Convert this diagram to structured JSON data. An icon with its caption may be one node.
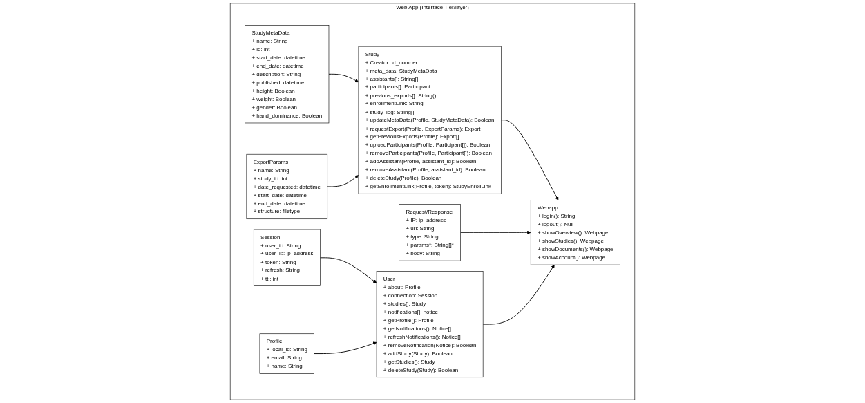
{
  "diagram": {
    "nodes": [
      {
        "text": [
          "Web App (Interface Tier/layer)"
        ]
      },
      {
        "text": [
          "StudyMetaData",
          "+ name: String",
          "+ id: int",
          "+ start_date: datetime",
          "+ end_date: datetime",
          "+ description: String",
          "+ published: datetime",
          "+ height: Boolean",
          "+ weight: Boolean",
          "+ gender: Boolean",
          "+ hand_dominance: Boolean"
        ],
        "in": 0
      },
      {
        "text": [
          "Study",
          "+ Creator: id_number",
          "+ meta_data: StudyMetaData",
          "+ assistants[]: String[]",
          "+ participants[]: Participant",
          "+ previous_exports[]: String()",
          "+ enrollmentLink: String",
          "+ study_log: String[]",
          "+ updateMetaData(Profile, StudyMetaData): Boolean",
          "+ requestExport(Profile, ExportParams): Export",
          "+ getPreviousExports(Profile): Export[]",
          "+ uploadParticipants(Profile, Participant[]): Boolean",
          "+ removeParticipants(Profile, Participant[]): Boolean",
          "+ addAssistant(Profile, assistant_id): Boolean",
          "+ removeAssistant(Profile, assistant_id): Boolean",
          "+ deleteStudy(Profile): Boolean",
          "+ getEnrollmentLink(Profile, token): StudyEnrollLink"
        ],
        "in": 0
      },
      {
        "text": [
          "Webapp",
          "+ login(): String",
          "+ logout(): Null",
          "+ showOverview(): Webpage",
          "+ showStudies(): Webpage",
          "+ showDocuments(): Webpage",
          "+ showAccount(): Webpage"
        ],
        "in": 0
      },
      {
        "text": [
          "User",
          "+ about: Profile",
          "+ connection: Session",
          "+ studies[]: Study",
          "+ notifications[]: notice",
          "+ getProfile(): Profile",
          "+ getNotifications(): Notice[]",
          "+ refreshNotifications(): Notice[]",
          "+ removeNotification(Notice): Boolean",
          "+ addStudy(Study): Boolean",
          "+ getStudies(): Study",
          "+ deleteStudy(Study): Boolean"
        ],
        "in": 0
      },
      {
        "text": [
          "ExportParams",
          "+ name: String",
          "+ study_id: int",
          "+ date_requested: datetime",
          "+ start_date: datetime",
          "+ end_date: datetime",
          "+ structure: filetype"
        ],
        "in": 0
      },
      {
        "text": [
          "Request/Response",
          "+ IP: ip_address",
          "+ url: String",
          "+ type: String",
          "+ params*: String[]*",
          "+ body: String"
        ],
        "in": 0
      },
      {
        "text": [
          "Session",
          "+ user_id: String",
          "+ user_ip: ip_address",
          "+ token: String",
          "+ refresh: String",
          "+ ttl: int"
        ],
        "in": 0
      },
      {
        "text": [
          "Profile",
          "+ local_id: String",
          "+ email: String",
          "+ name: String"
        ],
        "in": 0
      }
    ],
    "edges": [
      {
        "from": 1,
        "to": 2,
        "arrow": "to"
      },
      {
        "from": 5,
        "to": 2,
        "arrow": "to"
      },
      {
        "from": 2,
        "to": 3,
        "arrow": "to"
      },
      {
        "from": 6,
        "to": 3,
        "arrow": "to"
      },
      {
        "from": 4,
        "to": 3,
        "arrow": "to"
      },
      {
        "from": 7,
        "to": 4,
        "arrow": "to"
      },
      {
        "from": 8,
        "to": 4,
        "arrow": "to"
      }
    ]
  }
}
